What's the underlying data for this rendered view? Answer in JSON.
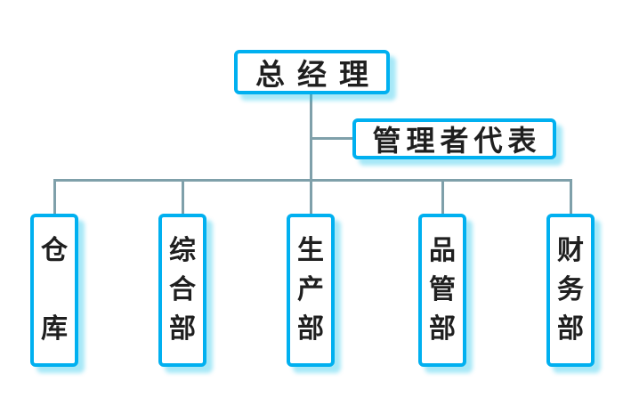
{
  "org_chart": {
    "root": {
      "label": "总经理"
    },
    "representative": {
      "label": "管理者代表"
    },
    "departments": [
      {
        "label": "仓库"
      },
      {
        "label": "综合部"
      },
      {
        "label": "生产部"
      },
      {
        "label": "品管部"
      },
      {
        "label": "财务部"
      }
    ]
  },
  "colors": {
    "box_border": "#00b0f0",
    "box_fill": "#ffffff",
    "shadow": "rgba(2,190,231,0.35)",
    "connector": "#7fa0aa",
    "text": "#1f1f1f",
    "background": "#ffffff"
  }
}
